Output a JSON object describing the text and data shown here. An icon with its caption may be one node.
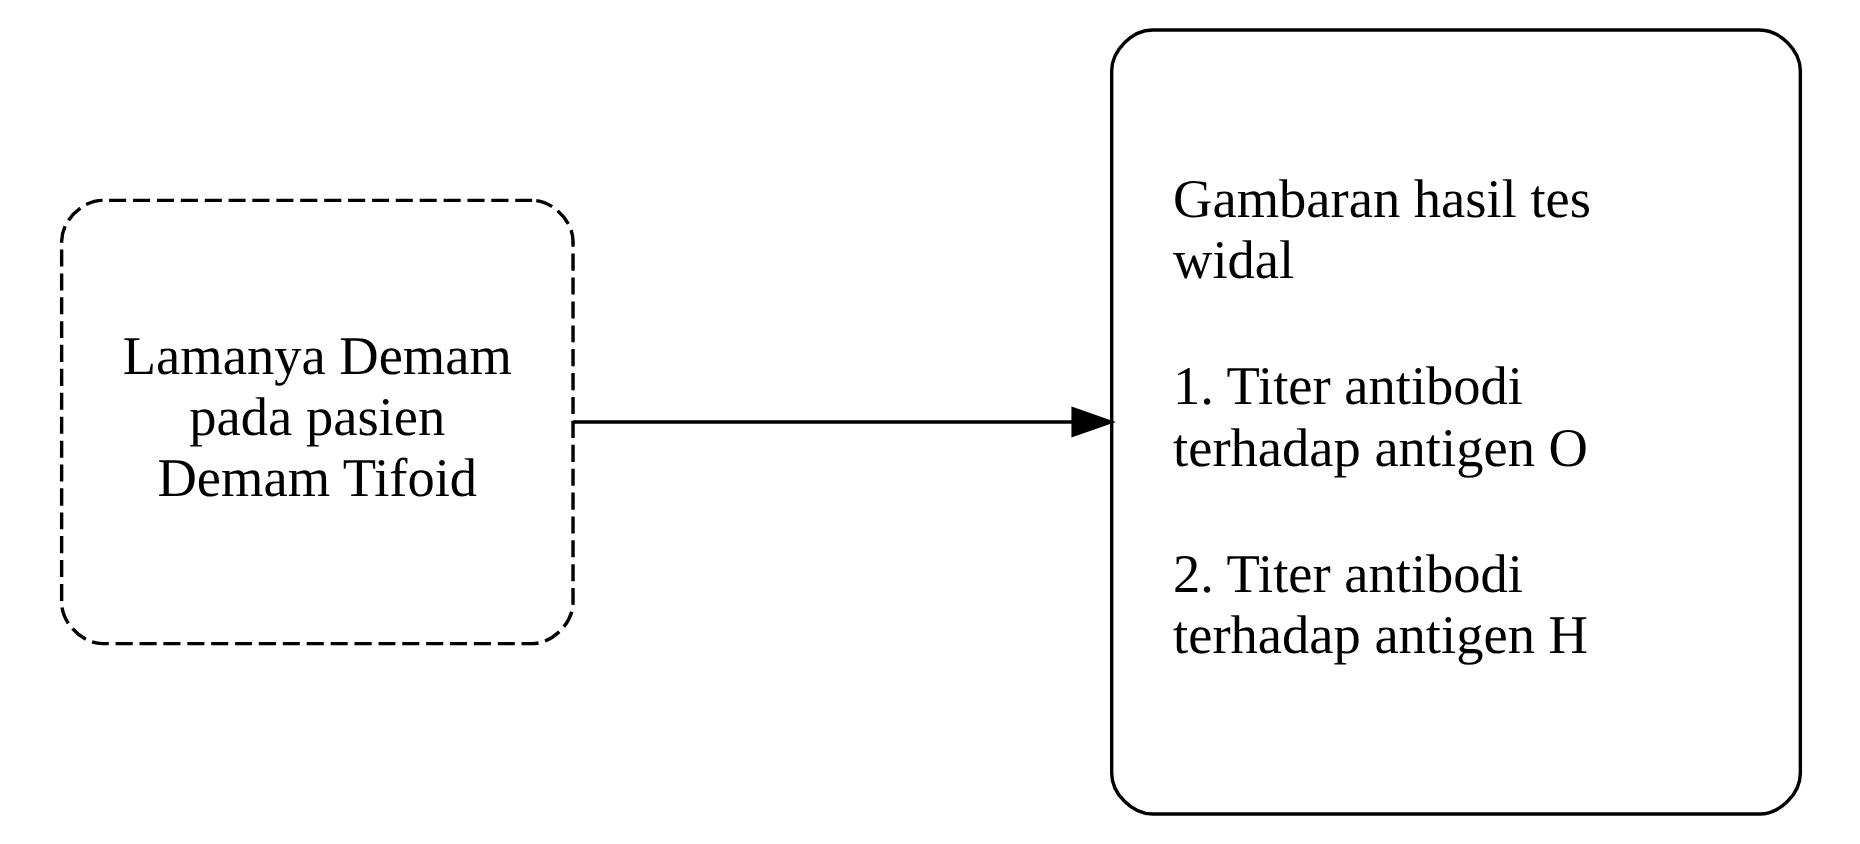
{
  "diagram": {
    "nodes": [
      {
        "text": [
          "Lamanya Demam pada pasien Demam Tifoid"
        ]
      },
      {
        "text": [
          "Gambaran hasil tes widal",
          "1. Titer antibodi terhadap antigen O",
          "2. Titer antibodi terhadap antigen H"
        ]
      }
    ],
    "edges": [
      {
        "from": 0,
        "to": 1,
        "arrow": "to"
      }
    ]
  }
}
